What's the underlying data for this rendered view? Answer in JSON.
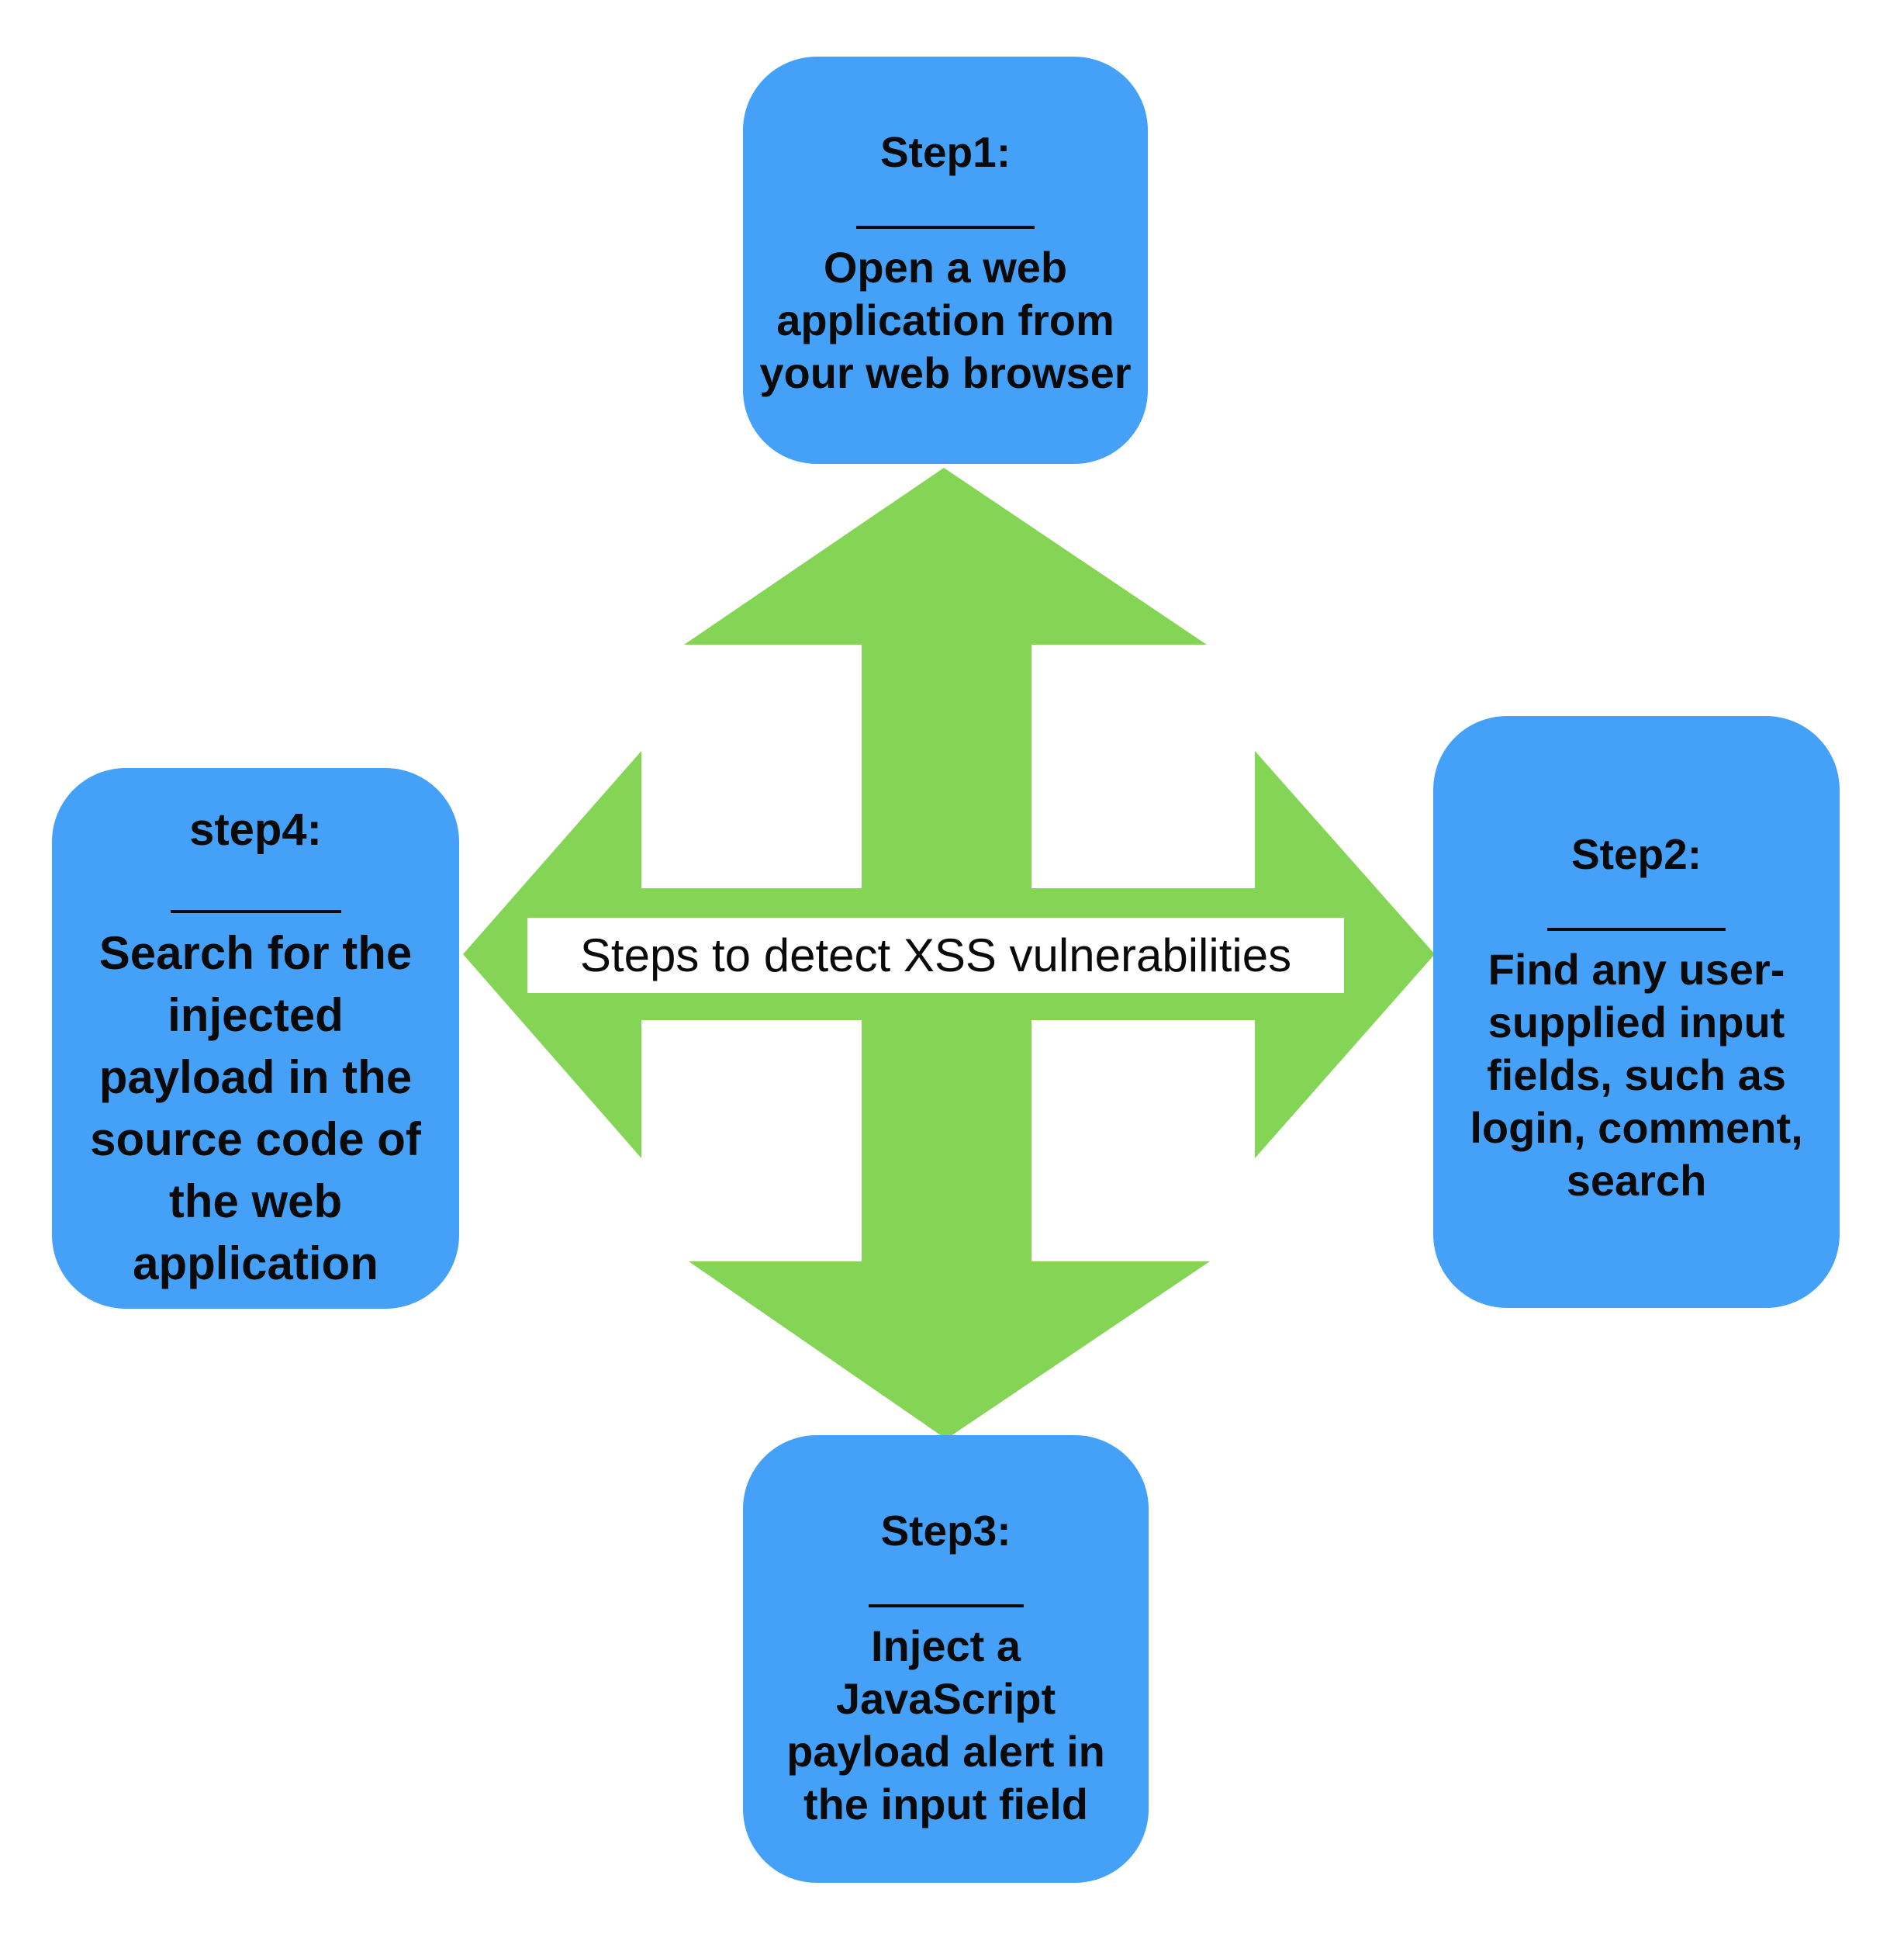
{
  "diagram": {
    "center_label": "Steps to detect XSS vulnerabilities",
    "colors": {
      "arrow": "#84d455",
      "box": "#45a1f7",
      "text": "#0a0a0a"
    },
    "steps": [
      {
        "id": "step1",
        "title": "Step1:",
        "text": "Open a web\napplication from\nyour web browser"
      },
      {
        "id": "step2",
        "title": "Step2:",
        "text": "Find any user-\nsupplied input\nfields, such as\nlogin, comment,\nsearch"
      },
      {
        "id": "step3",
        "title": "Step3:",
        "text": "Inject a\nJavaScript\npayload alert in\nthe input field"
      },
      {
        "id": "step4",
        "title": "step4:",
        "text": "Search for the\ninjected\npayload in the\nsource code of\nthe web\napplication"
      }
    ]
  }
}
